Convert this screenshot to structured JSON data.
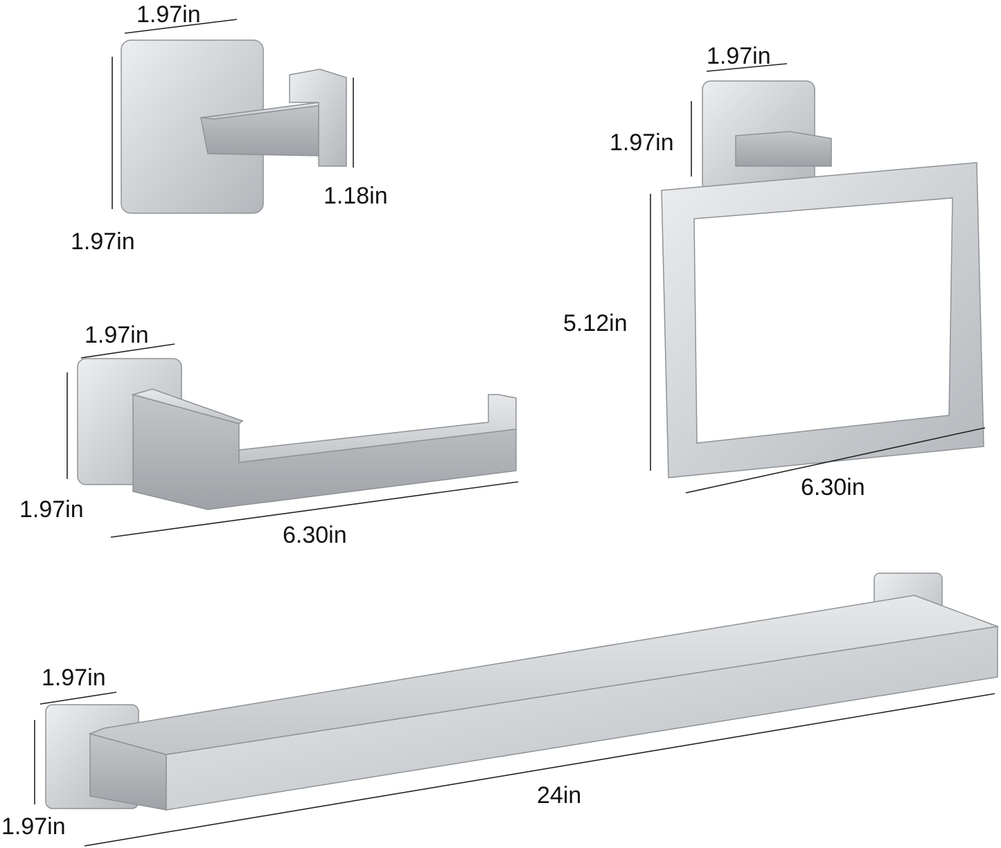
{
  "colors": {
    "metal_light": "#e4e6e8",
    "metal_mid": "#c4c7ca",
    "metal_dark": "#a3a7ab",
    "text": "#111111"
  },
  "hook": {
    "width": "1.97in",
    "height": "1.97in",
    "depth": "1.18in"
  },
  "towel_ring": {
    "base_width": "1.97in",
    "base_height": "1.97in",
    "ring_height": "5.12in",
    "ring_width": "6.30in"
  },
  "paper_holder": {
    "base_width": "1.97in",
    "base_height": "1.97in",
    "length": "6.30in"
  },
  "towel_bar": {
    "base_width": "1.97in",
    "base_height": "1.97in",
    "length": "24in"
  }
}
